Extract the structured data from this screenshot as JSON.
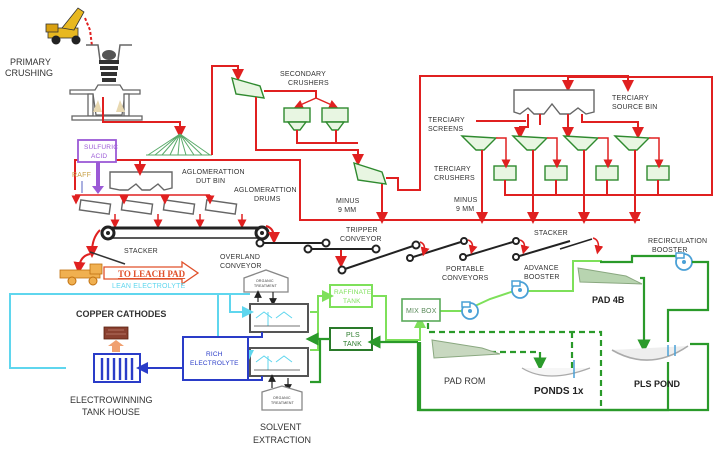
{
  "diagram": {
    "title": "Copper heap leach / SX-EW process flow",
    "labels": {
      "primary_crushing": [
        "PRIMARY",
        "CRUSHING"
      ],
      "secondary_crushers": [
        "SECONDARY",
        "CRUSHERS"
      ],
      "tertiary_source_bin": [
        "TERCIARY",
        "SOURCE BIN"
      ],
      "tertiary_screens": [
        "TERCIARY",
        "SCREENS"
      ],
      "tertiary_crushers": [
        "TERCIARY",
        "CRUSHERS"
      ],
      "minus_9mm_a": [
        "MINUS",
        "9 MM"
      ],
      "minus_9mm_b": [
        "MINUS",
        "9 MM"
      ],
      "sulfuric_acid": [
        "SULFURIC",
        "ACID"
      ],
      "raff": "RAFF",
      "agglomeration_dut_bin": [
        "AGLOMERATTION",
        "DUT BIN"
      ],
      "agglomeration_drums": [
        "AGLOMERATTION",
        "DRUMS"
      ],
      "stacker_left": "STACKER",
      "tripper_conveyor": [
        "TRIPPER",
        "CONVEYOR"
      ],
      "overland_conveyor": [
        "OVERLAND",
        "CONVEYOR"
      ],
      "stacker_right": "STACKER",
      "portable_conveyors": [
        "PORTABLE",
        "CONVEYORS"
      ],
      "advance_booster": [
        "ADVANCE",
        "BOOSTER"
      ],
      "recirculation_booster": [
        "RECIRCULATION",
        "BOOSTER"
      ],
      "to_leach_pad": "TO LEACH PAD",
      "lean_electrolyte": "LEAN ELECTROLYTE",
      "copper_cathodes": "COPPER CATHODES",
      "rich_electrolyte": [
        "RICH",
        "ELECTROLYTE"
      ],
      "electrowinning": [
        "ELECTROWINNING",
        "TANK HOUSE"
      ],
      "solvent_extraction": [
        "SOLVENT",
        "EXTRACTION"
      ],
      "organic_treatment": [
        "ORGANIC",
        "TREATMENT"
      ],
      "raffinate_tank": [
        "RAFFINATE",
        "TANK"
      ],
      "pls_tank": [
        "PLS",
        "TANK"
      ],
      "mix_box": "MIX BOX",
      "pad_4b": "PAD 4B",
      "pad_rom": "PAD ROM",
      "ponds_1x": "PONDS 1x",
      "pls_pond": "PLS POND"
    },
    "colors": {
      "ore_flow": "#e02020",
      "conveyor": "#222222",
      "raffinate": "#7ee05a",
      "pls": "#2a9a2a",
      "lean_electrolyte": "#5fd6ee",
      "rich_electrolyte": "#2a3cc8",
      "acid": "#9b59d6",
      "leach_pad_arrow": "#e0502a"
    }
  }
}
